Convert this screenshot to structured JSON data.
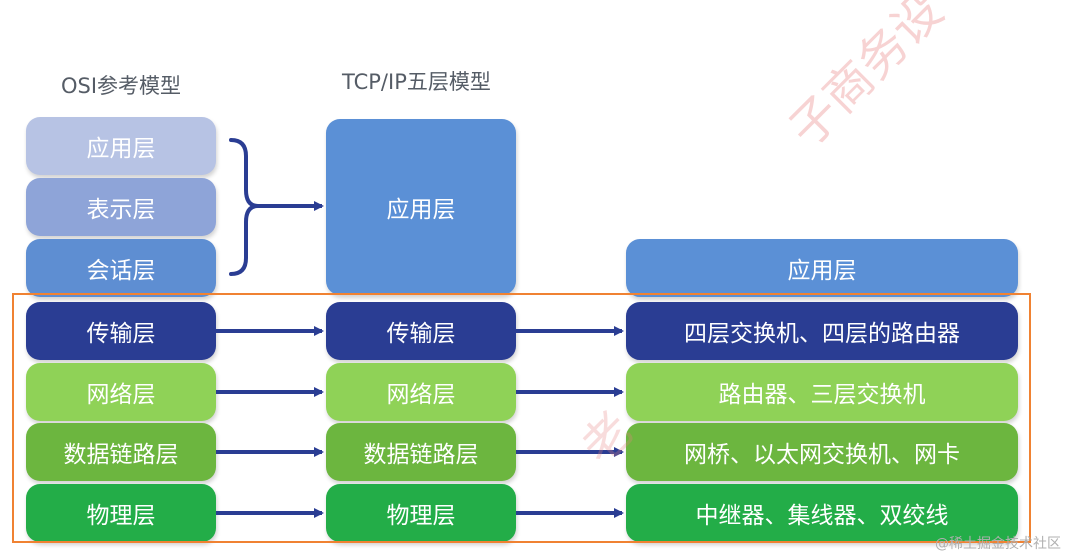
{
  "osi_title": "OSI参考模型",
  "tcpip_title": "TCP/IP五层模型",
  "osi_layers": {
    "application": "应用层",
    "presentation": "表示层",
    "session": "会话层",
    "transport": "传输层",
    "network": "网络层",
    "datalink": "数据链路层",
    "physical": "物理层"
  },
  "tcpip_layers": {
    "application": "应用层",
    "transport": "传输层",
    "network": "网络层",
    "datalink": "数据链路层",
    "physical": "物理层"
  },
  "devices": {
    "application": "应用层",
    "transport": "四层交换机、四层的路由器",
    "network": "路由器、三层交换机",
    "datalink": "网桥、以太网交换机、网卡",
    "physical": "中继器、集线器、双绞线"
  },
  "colors": {
    "highlight_border": "#f08232",
    "arrow": "#2a3d93",
    "transport": "#2a3d93",
    "network": "#8fd257",
    "datalink": "#6cb63f",
    "physical": "#23ad48",
    "application": "#5b90d6"
  },
  "watermark_text": "子商务设",
  "watermark_text_2": "老",
  "footer": "@稀土掘金技术社区"
}
